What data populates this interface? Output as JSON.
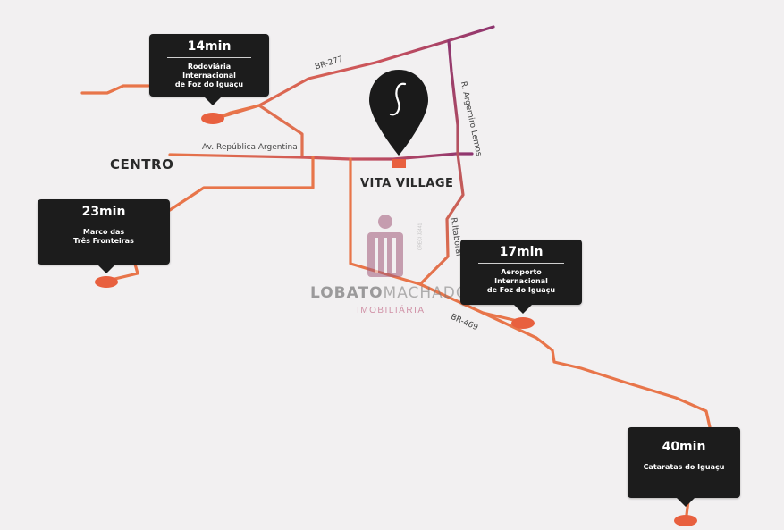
{
  "colors": {
    "road_orange": "#e8754a",
    "road_dark": "#9b3a6e",
    "card_bg": "#1c1c1c",
    "dot": "#e8603f",
    "pin": "#1a1a1a"
  },
  "places": {
    "centro": "CENTRO",
    "vita_village": "VITA VILLAGE"
  },
  "streets": {
    "br277": "BR-277",
    "republica": "Av. República Argentina",
    "argemiro": "R. Argemiro Lemos",
    "itaborai": "R.Itaboraí",
    "br469": "BR-469"
  },
  "destinations": [
    {
      "time": "14min",
      "name": "Rodoviária\nInternacional\nde Foz do Iguaçu"
    },
    {
      "time": "23min",
      "name": "Marco das\nTrês Fronteiras"
    },
    {
      "time": "17min",
      "name": "Aeroporto\nInternacional\nde Foz do Iguaçu"
    },
    {
      "time": "40min",
      "name": "Cataratas do Iguaçu"
    }
  ],
  "pin_icon": "s-logo-pin-icon",
  "watermark": {
    "brand_a": "LOBATO",
    "brand_b": "MACHADO",
    "sub": "IMOBILIÁRIA",
    "creci": "CRECI J2441"
  }
}
